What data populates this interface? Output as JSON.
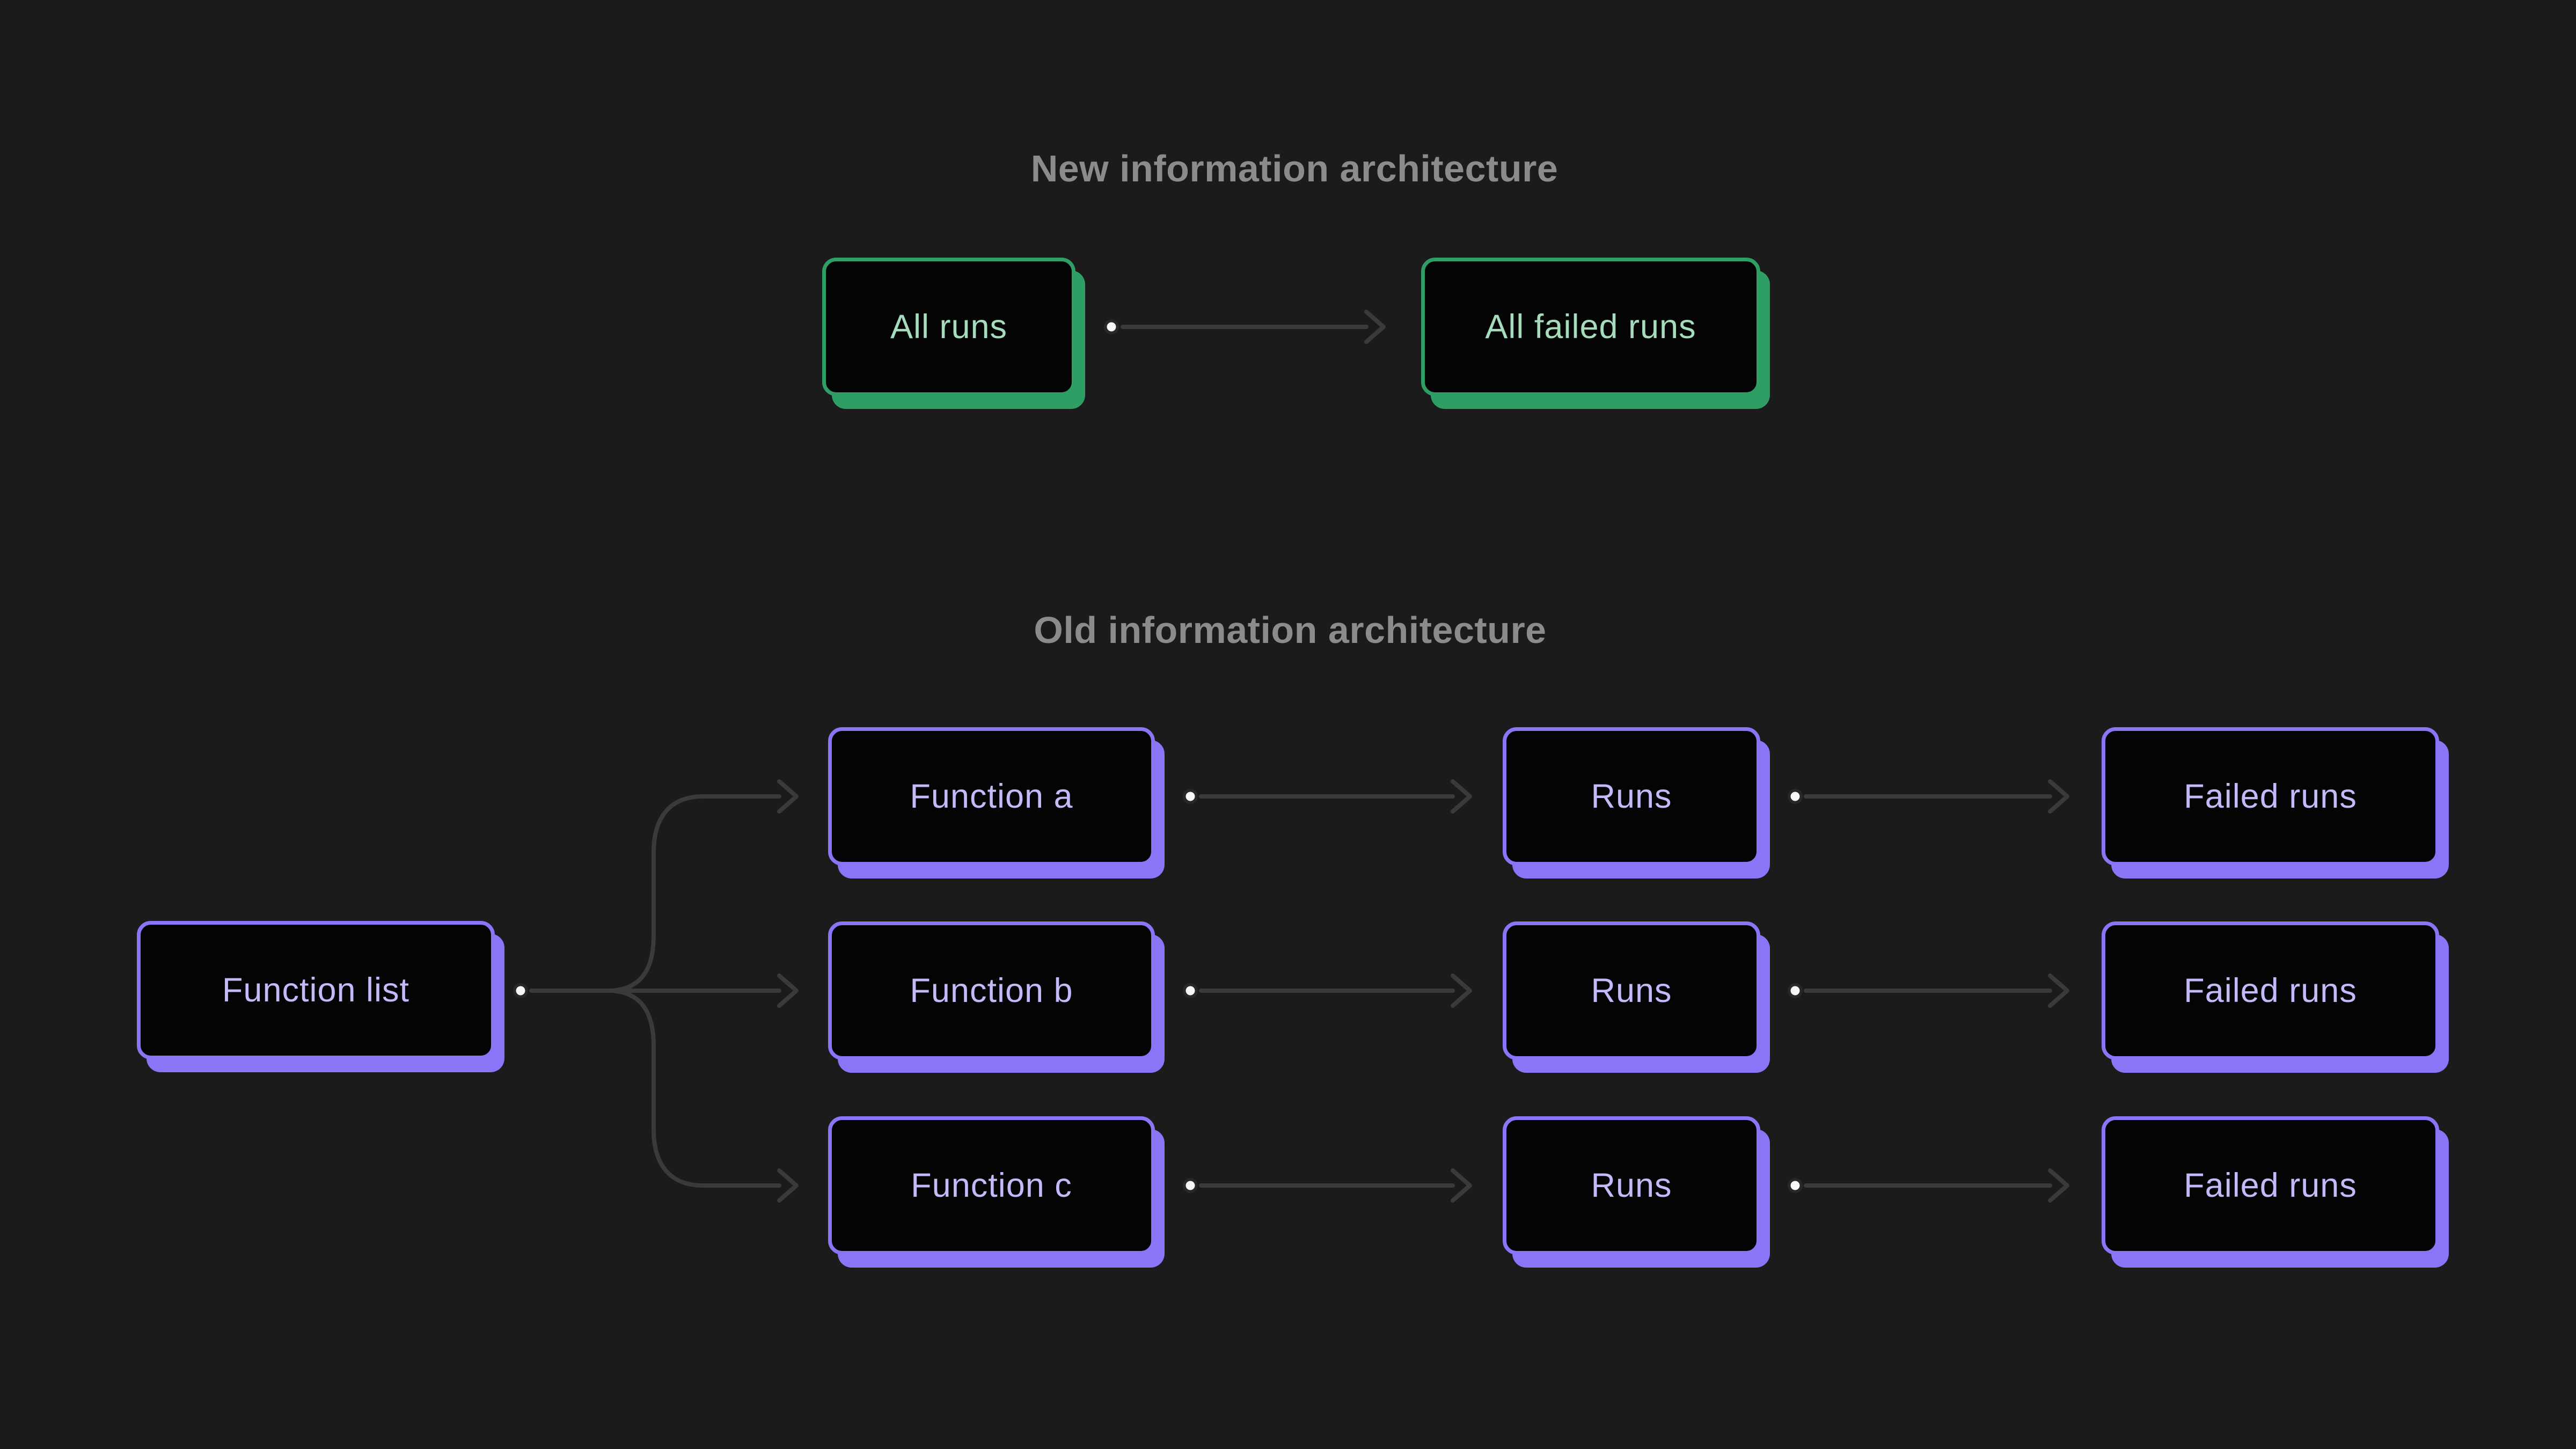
{
  "colors": {
    "background": "#1b1b1c",
    "node_fill": "#040405",
    "green_accent": "#2f9e64",
    "green_text": "#a5ddbc",
    "purple_accent": "#8b74f6",
    "purple_text": "#c7b9f9",
    "title_text": "#8b8b8b",
    "connector": "#3a3a3b",
    "dot_core": "#f7f7f7",
    "dot_ring": "#28282a"
  },
  "sections": {
    "new": {
      "title": "New information architecture",
      "nodes": [
        {
          "label": "All runs"
        },
        {
          "label": "All failed runs"
        }
      ]
    },
    "old": {
      "title": "Old information architecture",
      "root": {
        "label": "Function list"
      },
      "rows": [
        {
          "function": "Function a",
          "runs": "Runs",
          "failed_runs": "Failed runs"
        },
        {
          "function": "Function b",
          "runs": "Runs",
          "failed_runs": "Failed runs"
        },
        {
          "function": "Function c",
          "runs": "Runs",
          "failed_runs": "Failed runs"
        }
      ]
    }
  }
}
